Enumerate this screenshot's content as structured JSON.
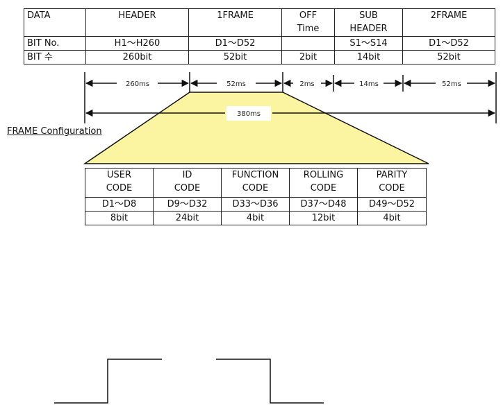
{
  "top_table": {
    "header_row": [
      "DATA",
      "HEADER",
      "1FRAME",
      "OFF\nTime",
      "SUB\nHEADER",
      "2FRAME"
    ],
    "bitno_row": [
      "BIT No.",
      "H1～H260",
      "D1～D52",
      "",
      "S1～S14",
      "D1～D52"
    ],
    "bitcount_row": [
      "BIT 수",
      "260bit",
      "52bit",
      "2bit",
      "14bit",
      "52bit"
    ]
  },
  "timing": {
    "segments": [
      "260ms",
      "52ms",
      "2ms",
      "14ms",
      "52ms"
    ],
    "total": "380ms"
  },
  "frame_label": "FRAME Configuration",
  "frame_table": {
    "header_row": [
      "USER\nCODE",
      "ID\nCODE",
      "FUNCTION\nCODE",
      "ROLLING\nCODE",
      "PARITY\nCODE"
    ],
    "range_row": [
      "D1～D8",
      "D9～D32",
      "D33～D36",
      "D37～D48",
      "D49～D52"
    ],
    "bits_row": [
      "8bit",
      "24bit",
      "4bit",
      "12bit",
      "4bit"
    ]
  },
  "colors": {
    "trapezoid_fill": "#fbf5a2",
    "line": "#111111"
  }
}
